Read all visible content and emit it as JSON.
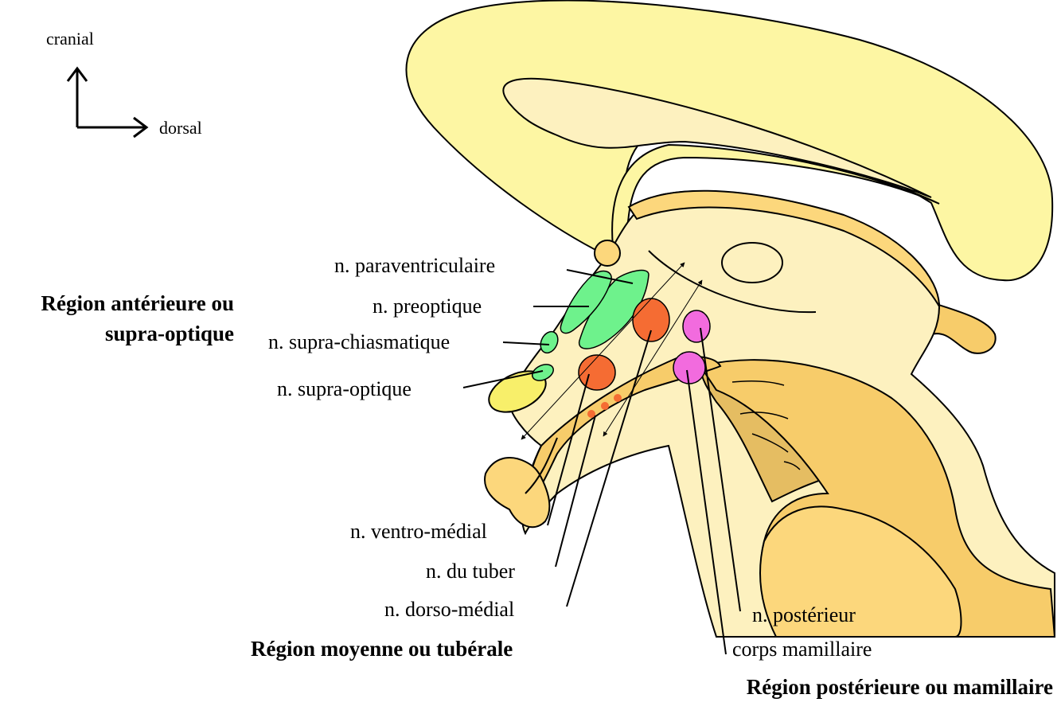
{
  "orientation": {
    "up_label": "cranial",
    "right_label": "dorsal"
  },
  "regions": {
    "anterior_line1": "Région antérieure ou",
    "anterior_line2": "supra-optique",
    "middle": "Région moyenne ou tubérale",
    "posterior": "Région postérieure ou mamillaire"
  },
  "labels": {
    "paraventriculaire": "n. paraventriculaire",
    "preoptique": "n. preoptique",
    "supra_chiasmatique": "n. supra-chiasmatique",
    "supra_optique": "n. supra-optique",
    "ventro_medial": "n. ventro-médial",
    "du_tuber": "n. du tuber",
    "dorso_medial": "n. dorso-médial",
    "posterieur": "n. postérieur",
    "corps_mamillaire": "corps mamillaire"
  },
  "colors": {
    "pale_yellow": "#fdf6a3",
    "cream": "#fdf1bf",
    "light_orange": "#fcd77c",
    "mid_orange": "#f7cc6a",
    "dark_tan": "#e5bd62",
    "green": "#6ef28c",
    "orange_red": "#f56c33",
    "pink": "#f26bde",
    "yellow_chiasm": "#f8ef6a"
  }
}
